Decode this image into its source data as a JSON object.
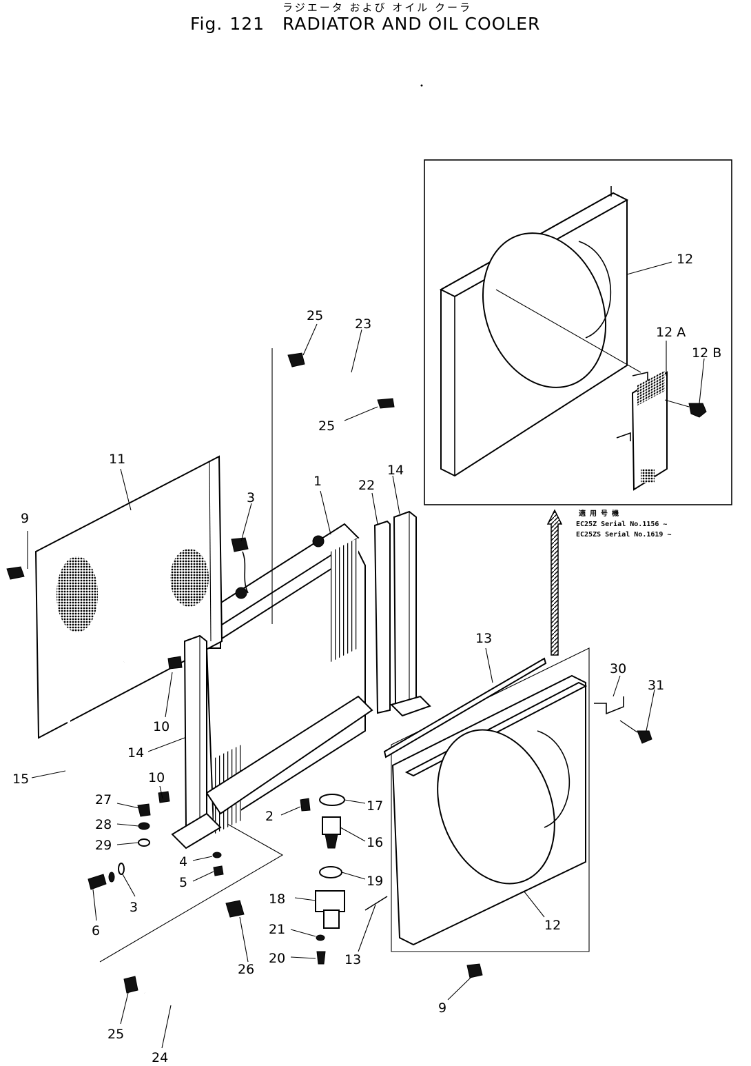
{
  "header": {
    "title_jp": "ラジエータ および オイル クーラ",
    "fig_prefix": "Fig.",
    "fig_number": "121",
    "title": "RADIATOR AND OIL COOLER"
  },
  "applicability_note": {
    "heading": "適 用 号 機",
    "line1": "EC25Z  Serial No.1156 ~",
    "line2": "EC25ZS Serial No.1619 ~"
  },
  "callouts": {
    "c1": "1",
    "c2": "2",
    "c3a": "3",
    "c3b": "3",
    "c4": "4",
    "c5": "5",
    "c6": "6",
    "c9a": "9",
    "c9b": "9",
    "c10a": "10",
    "c10b": "10",
    "c11": "11",
    "c12a": "12",
    "c12b": "12",
    "c12A": "12 A",
    "c12B": "12 B",
    "c13a": "13",
    "c13b": "13",
    "c14a": "14",
    "c14b": "14",
    "c15": "15",
    "c16": "16",
    "c17": "17",
    "c18": "18",
    "c19": "19",
    "c20": "20",
    "c21": "21",
    "c22": "22",
    "c23": "23",
    "c24": "24",
    "c25a": "25",
    "c25b": "25",
    "c25c": "25",
    "c26": "26",
    "c27": "27",
    "c28": "28",
    "c29": "29",
    "c30": "30",
    "c31": "31"
  }
}
